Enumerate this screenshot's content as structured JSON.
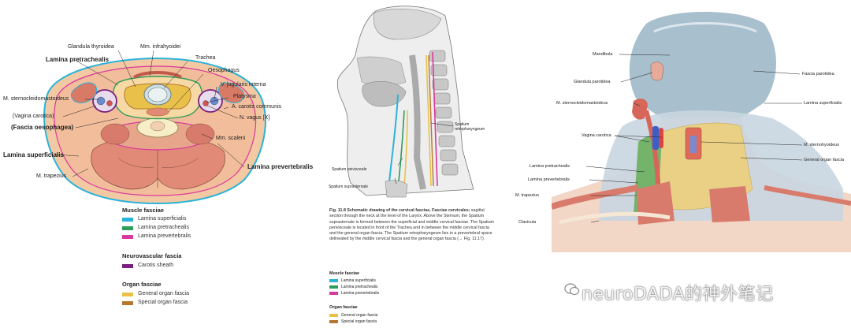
{
  "left": {
    "labels": {
      "glandula": "Glandula thyroidea",
      "infrahyoidei": "Mm. infrahyoidei",
      "lamina_pretrachealis": "Lamina pretrachealis",
      "trachea": "Trachea",
      "oesophagus": "Oesophagus",
      "vjugularis": "V. jugularis interna",
      "platysma": "Platysma",
      "scm": "M. sternocleidomastoideus",
      "carotis": "A. carotis communis",
      "vagina": "(Vagina carotica)",
      "vagus": "N. vagus [X]",
      "fascia_oes": "(Fascia oesophagea)",
      "scaleni": "Mm. scaleni",
      "lamina_superficialis": "Lamina superficialis",
      "lamina_prevertebralis": "Lamina prevertebralis",
      "trapezius": "M. trapezius"
    },
    "legend": {
      "muscle_title": "Muscle fasciae",
      "muscle_items": [
        "Lamina superficialis",
        "Lamina pretrachealis",
        "Lamina prevertebralis"
      ],
      "neuro_title": "Neurovascular fascia",
      "neuro_items": [
        "Carotis sheath"
      ],
      "organ_title": "Organ fasciae",
      "organ_items": [
        "General organ fascia",
        "Special organ fascia"
      ]
    }
  },
  "middle": {
    "labels": {
      "retro": "Spatium retropharyngeum",
      "perivisc": "Spatium peivisceale",
      "supraster": "Spatium suprasternale"
    },
    "caption_title": "Fig. 11.8   Schematic drawing of the cervical fasciae, Fasciae cervicales;",
    "caption_body": "sagittal section through the neck at the level of the Larynx. Above the Sternum, the Spatium suprasternale is formed between the superficial and middle cervical fasciae. The Spatium perivisceale is located in front of the Trachea and in between the middle cervical fascia and the general organ fascia. The Spatium retropharyngeum lies in a prevertebral space delineated by the middle cervical fascia and the general organ fascia (→ Fig. 11.17).",
    "legend": {
      "muscle_title": "Muscle fasciae",
      "muscle_items": [
        "Lamina superficialis",
        "Lamina pretrachealis",
        "Lamina prevertebralis"
      ],
      "organ_title": "Organ fasciae",
      "organ_items": [
        "General organ fascia",
        "Special organ fascia"
      ]
    }
  },
  "right": {
    "labels": {
      "mandibula": "Mandibula",
      "glandula_parotidea": "Glandula parotidea",
      "scm": "M. sternocleidomastoideus",
      "vagina": "Vagina carotica",
      "lamina_pretrachealis": "Lamina pretrachealis",
      "lamina_prevertebralis": "Lamina prevertebralis",
      "trapezius": "M. trapezius",
      "clavicula": "Clavicula",
      "fascia_parotidea": "Fascia parotidea",
      "lamina_superficialis": "Lamina superficialis",
      "sternohyoideus": "M. sternohyoideus",
      "general_organ": "General organ fascia"
    }
  },
  "watermark": "neuroDADA的神外笔记",
  "colors": {
    "superficialis": "#2bb3d9",
    "pretrachealis": "#2e9c5a",
    "prevertebralis": "#d9399b",
    "carotis": "#7b1f7e",
    "general_organ": "#e9c14a",
    "special_organ": "#b5782f"
  }
}
